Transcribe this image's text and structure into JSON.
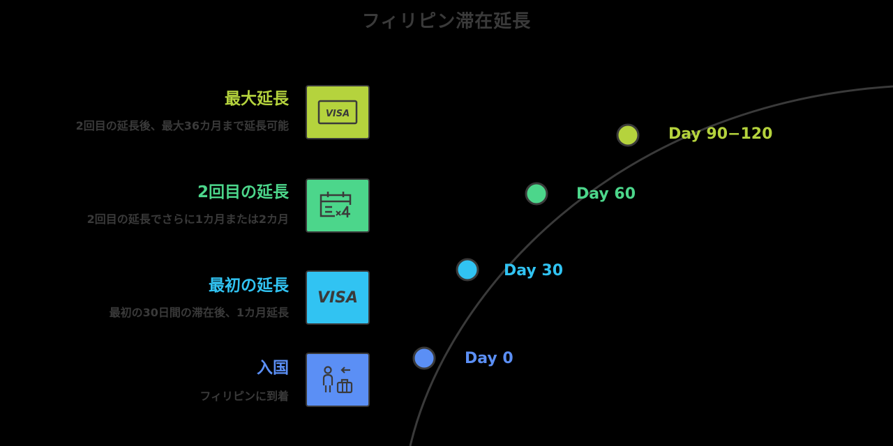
{
  "title": "フィリピン滞在延長",
  "steps": [
    {
      "title": "最大延長",
      "description": "2回目の延長後、最大36カ月まで延長可能",
      "icon": "visa-card-icon",
      "color": "#b5d33d",
      "day": "Day 90−120"
    },
    {
      "title": "2回目の延長",
      "description": "2回目の延長でさらに1カ月または2カ月",
      "icon": "calendar-x4-icon",
      "color": "#4cd68b",
      "day": "Day 60"
    },
    {
      "title": "最初の延長",
      "description": "最初の30日間の滞在後、1カ月延長",
      "icon": "visa-text-icon",
      "icon_text": "VISA",
      "color": "#31c3f2",
      "day": "Day 30"
    },
    {
      "title": "入国",
      "description": "フィリピンに到着",
      "icon": "traveler-arrival-icon",
      "color": "#5b8ff5",
      "day": "Day 0"
    }
  ],
  "visa_card_text": "VISA"
}
